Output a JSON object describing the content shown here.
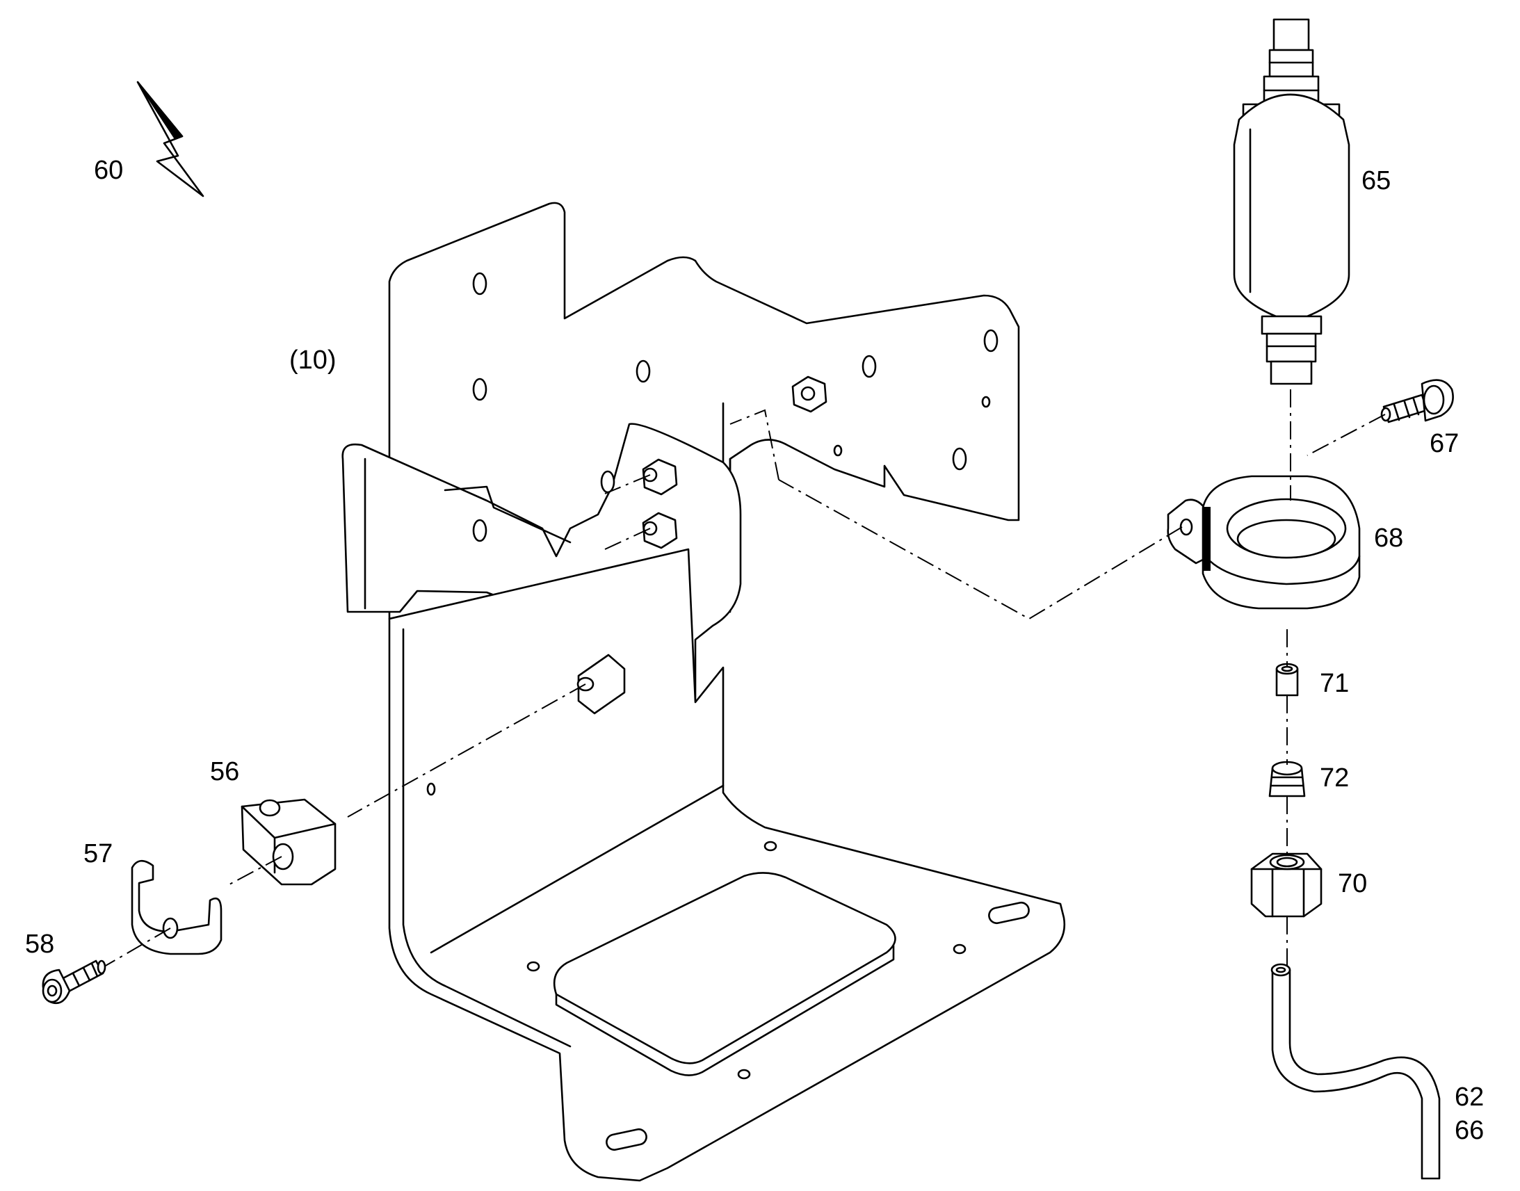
{
  "callouts": {
    "c60": "60",
    "c10": "(10)",
    "c65": "65",
    "c67": "67",
    "c68": "68",
    "c71": "71",
    "c72": "72",
    "c70": "70",
    "c62": "62",
    "c66": "66",
    "c56": "56",
    "c57": "57",
    "c58": "58"
  },
  "icons": {
    "lightning": "lightning-bolt-icon"
  }
}
